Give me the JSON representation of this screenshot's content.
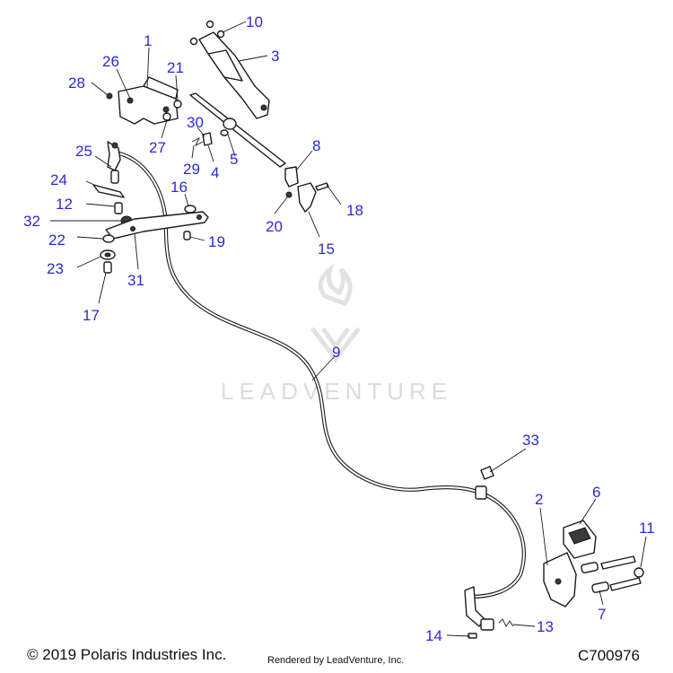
{
  "watermark": {
    "text": "LEADVENTURE"
  },
  "callouts": {
    "c1": "1",
    "c2": "2",
    "c3": "3",
    "c4": "4",
    "c5": "5",
    "c6": "6",
    "c7": "7",
    "c8": "8",
    "c9": "9",
    "c10": "10",
    "c11": "11",
    "c12": "12",
    "c13": "13",
    "c14": "14",
    "c15": "15",
    "c16": "16",
    "c17": "17",
    "c18": "18",
    "c19": "19",
    "c20": "20",
    "c21": "21",
    "c22": "22",
    "c23": "23",
    "c24": "24",
    "c25": "25",
    "c26": "26",
    "c27": "27",
    "c28": "28",
    "c29": "29",
    "c30": "30",
    "c31": "31",
    "c32": "32",
    "c33": "33"
  },
  "footer": {
    "copyright": "© 2019 Polaris Industries Inc.",
    "rendered": "Rendered by LeadVenture, Inc.",
    "code": "C700976"
  },
  "colors": {
    "callout": "#2a2ad8",
    "line": "#1a1a1a"
  }
}
